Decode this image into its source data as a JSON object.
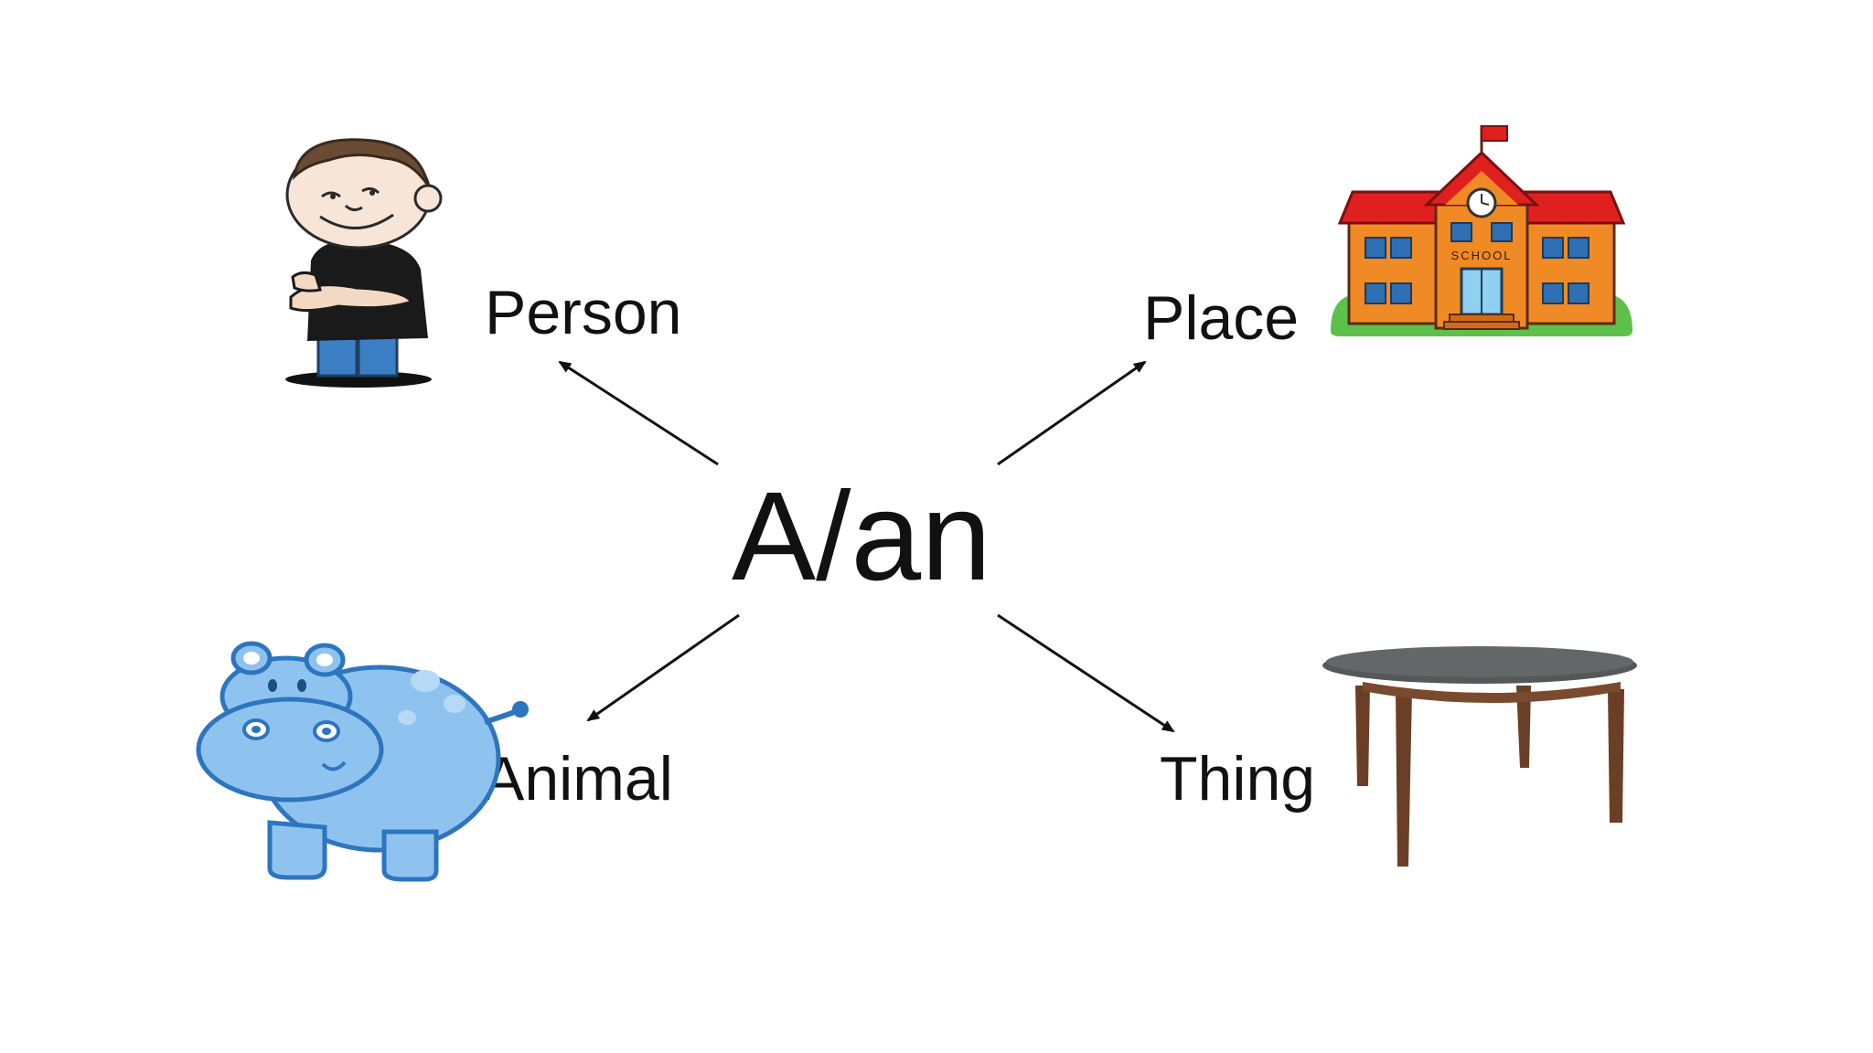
{
  "center": {
    "text": "A/an"
  },
  "categories": {
    "person": "Person",
    "place": "Place",
    "animal": "Animal",
    "thing": "Thing"
  },
  "school_sign": "SCHOOL",
  "colors": {
    "text": "#111111",
    "arrow": "#111111",
    "school_wall": "#f08a24",
    "school_roof": "#e0201f",
    "grass": "#5cc04a",
    "hippo": "#8fc3ef",
    "table_top": "#555858",
    "table_leg": "#6b3f26"
  },
  "icons": {
    "person": "cartoon-boy-icon",
    "place": "school-building-icon",
    "animal": "hippo-icon",
    "thing": "table-icon"
  }
}
